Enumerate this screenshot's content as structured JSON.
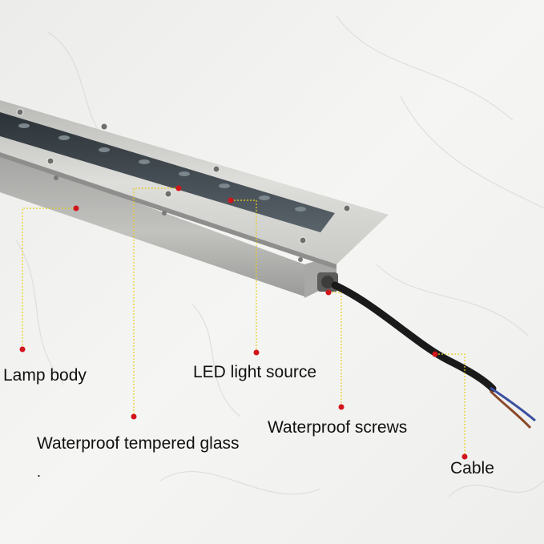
{
  "labels": {
    "lamp_body": "Lamp body",
    "led_light_source": "LED light source",
    "waterproof_screws": "Waterproof screws",
    "waterproof_tempered_glass": "Waterproof tempered glass",
    "cable": "Cable",
    "stray_mark": "."
  },
  "colors": {
    "leader_line": "#e8cf1e",
    "marker_dot": "#d2141c",
    "steel_light": "#d4d4d2",
    "steel_dark": "#8e8e8c",
    "glass": "#3a4248",
    "cable": "#1a1a1a",
    "background": "#f2f2f0"
  },
  "icons": {
    "markers": "red-dot-icon",
    "screws": "screw-head-icon"
  }
}
